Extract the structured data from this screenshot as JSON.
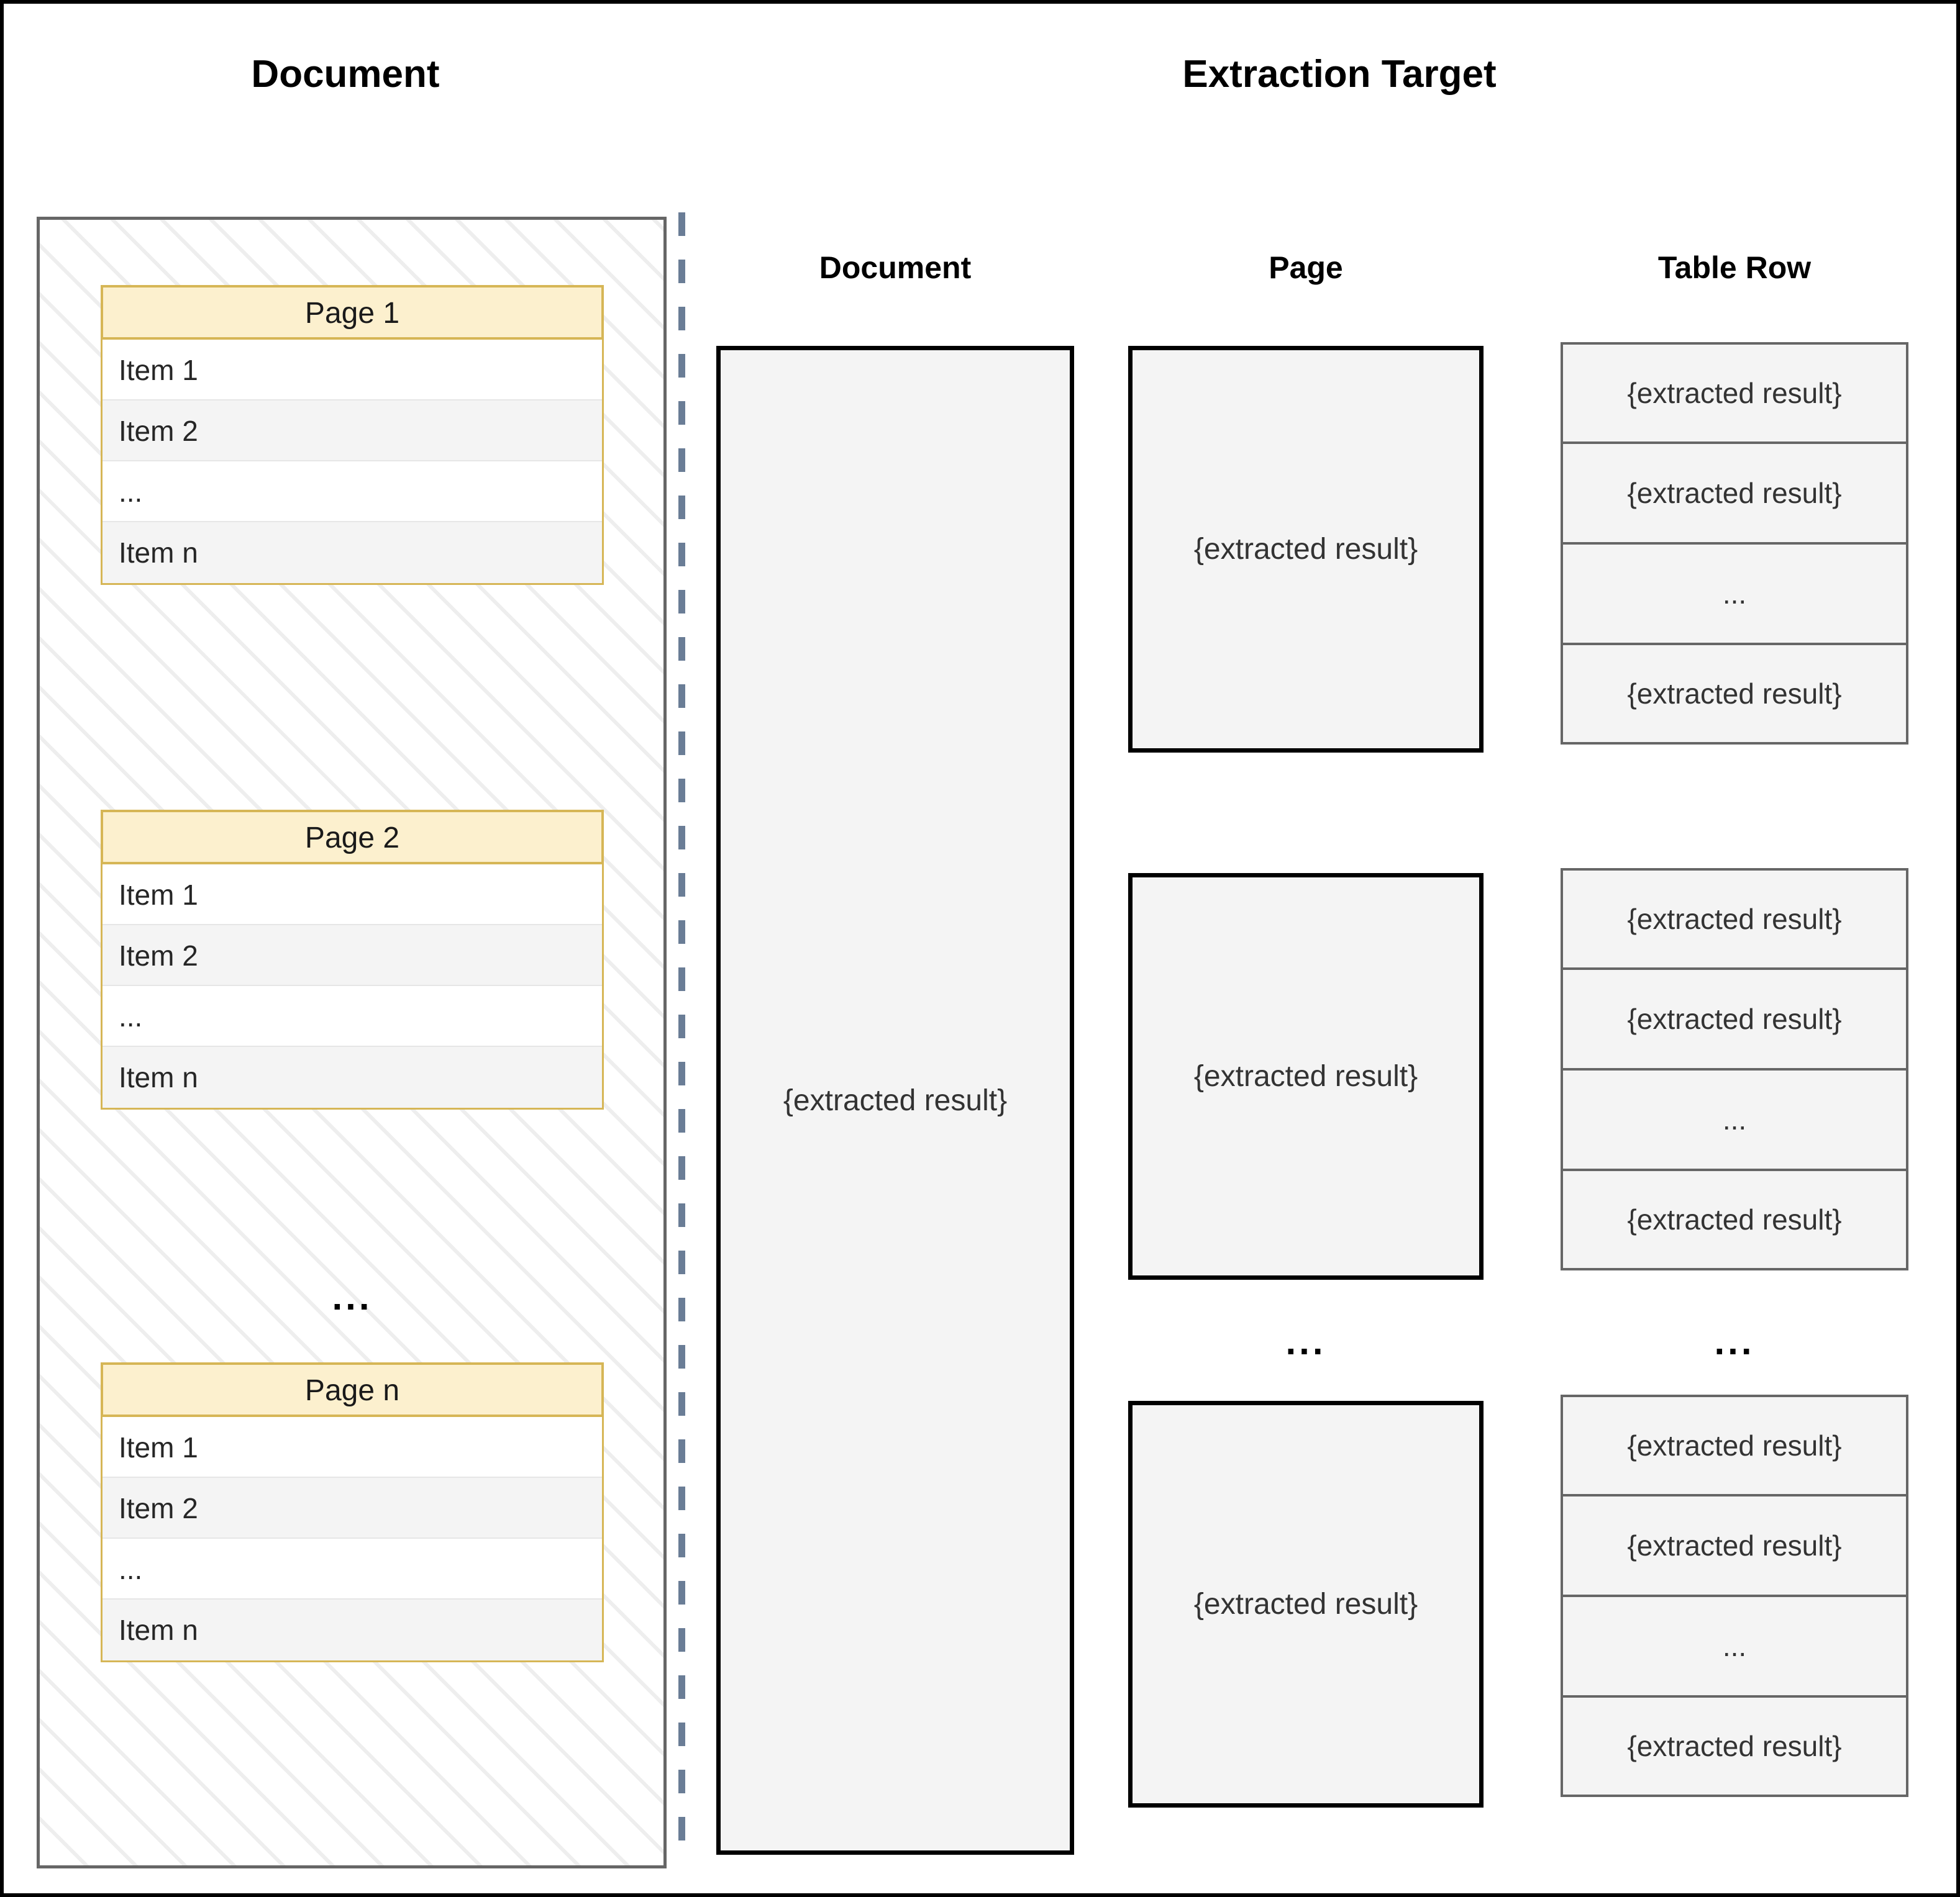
{
  "titles": {
    "left": "Document",
    "right": "Extraction Target"
  },
  "colors": {
    "page_header_fill": "#FCF0CE",
    "page_header_border": "#D6B656",
    "divider": "#6A7D96",
    "result_fill": "#F4F4F4",
    "result_border_dark": "#000000",
    "tablerow_border": "#666666",
    "hatch_line": "#EEEEEE",
    "container_border": "#666666"
  },
  "document_panel": {
    "pages": [
      {
        "header": "Page 1",
        "items": [
          "Item 1",
          "Item 2",
          "...",
          "Item n"
        ]
      },
      {
        "header": "Page 2",
        "items": [
          "Item 1",
          "Item 2",
          "...",
          "Item n"
        ]
      },
      {
        "header": "Page n",
        "items": [
          "Item 1",
          "Item 2",
          "...",
          "Item n"
        ]
      }
    ],
    "ellipsis_between_pages": "..."
  },
  "extraction_target": {
    "columns": [
      {
        "header": "Document",
        "granularity": "document",
        "results": [
          "{extracted result}"
        ],
        "ellipsis": ""
      },
      {
        "header": "Page",
        "granularity": "page",
        "results": [
          "{extracted result}",
          "{extracted result}",
          "{extracted result}"
        ],
        "ellipsis": "..."
      },
      {
        "header": "Table Row",
        "granularity": "table-row",
        "groups": [
          [
            "{extracted result}",
            "{extracted result}",
            "...",
            "{extracted result}"
          ],
          [
            "{extracted result}",
            "{extracted result}",
            "...",
            "{extracted result}"
          ],
          [
            "{extracted result}",
            "{extracted result}",
            "...",
            "{extracted result}"
          ]
        ],
        "ellipsis": "..."
      }
    ]
  }
}
